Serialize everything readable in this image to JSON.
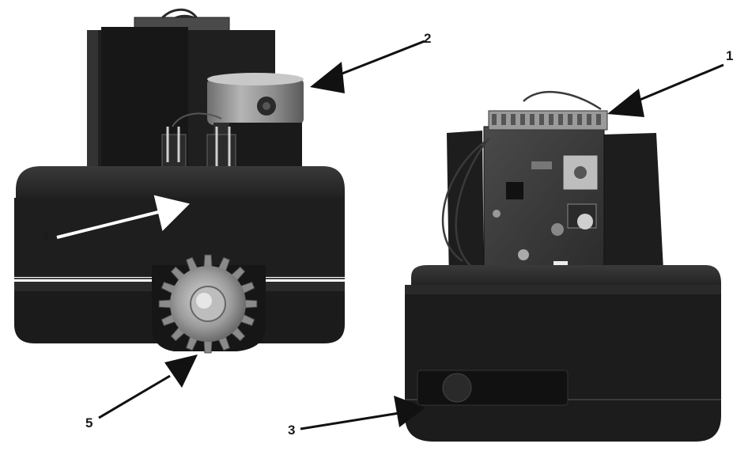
{
  "callouts": [
    {
      "number": "1"
    },
    {
      "number": "2"
    },
    {
      "number": "3"
    },
    {
      "number": "4"
    },
    {
      "number": "5"
    }
  ],
  "colors": {
    "housing": "#1e1e1e",
    "housing_shade": "#2c2c2c",
    "motor_metal": "#8f8f8f",
    "gear_metal": "#a9a9a9",
    "pcb": "#3a3a3a",
    "arrow_dark": "#111111",
    "arrow_light": "#ffffff"
  }
}
